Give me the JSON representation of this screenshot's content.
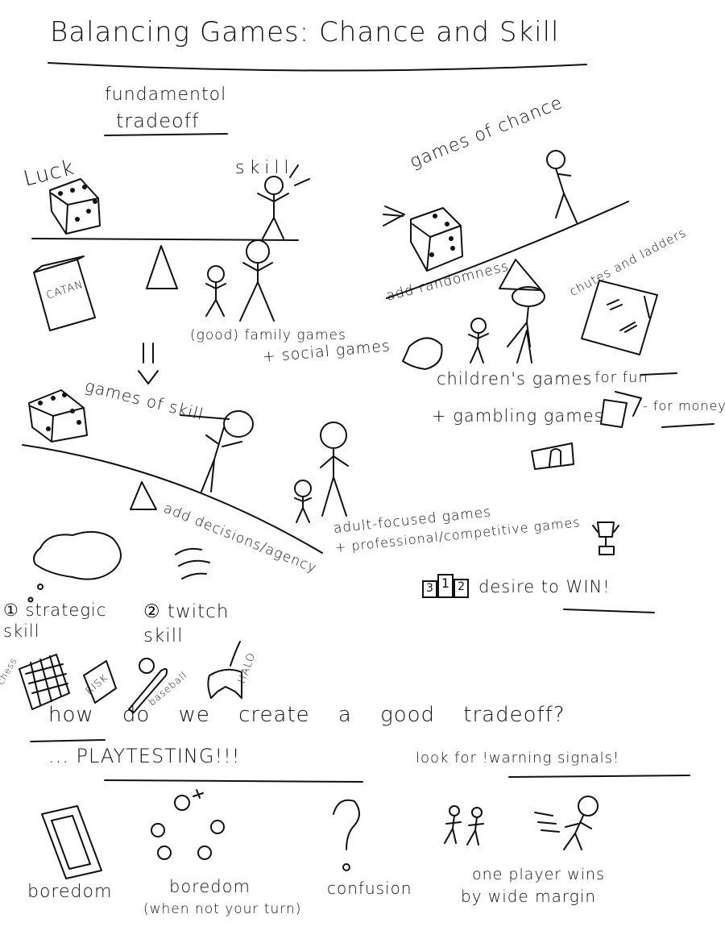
{
  "title": "Balancing Games: Chance and Skill",
  "tradeoff": {
    "line1": "fundamentol",
    "line2": "tradeoff"
  },
  "seesaw": {
    "luck": "Luck",
    "skill": "skill",
    "catan": "CATAN",
    "family": "(good) family games",
    "social": "+ social games"
  },
  "chance": {
    "heading": "games of chance",
    "add": "add randomness",
    "chutes": "chutes and ladders",
    "children": "children's games",
    "for_fun": "- for fun",
    "gambling": "+ gambling games",
    "for_money": "- for money"
  },
  "skill_section": {
    "heading": "games of skill",
    "add": "add decisions/agency",
    "adult": "adult-focused games",
    "pro": "+ professional/competitive games",
    "podium": [
      "3",
      "1",
      "2"
    ],
    "desire": "desire to WIN!"
  },
  "skill_types": {
    "strategic": "① strategic skill",
    "twitch": "② twitch skill",
    "chess": "chess",
    "risk": "RISK",
    "baseball": "baseball",
    "halo": "HALO"
  },
  "question": "how do we create a good tradeoff?",
  "playtesting": "... PLAYTESTING!!!",
  "warning": "look for !warning signals!",
  "signals": [
    {
      "label": "boredom"
    },
    {
      "label": "boredom",
      "sub": "(when not your turn)"
    },
    {
      "label": "confusion"
    },
    {
      "label": "one player wins",
      "sub": "by wide margin"
    }
  ]
}
